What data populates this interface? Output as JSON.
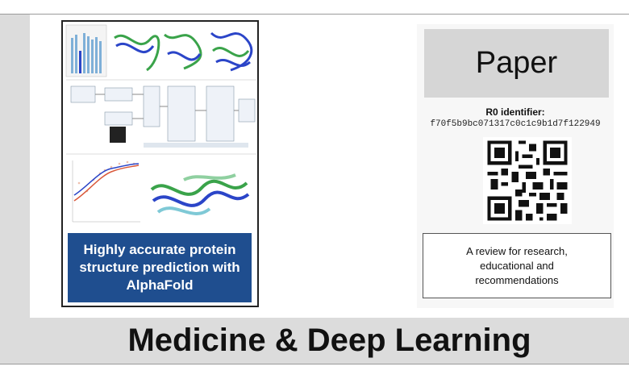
{
  "thumbnail": {
    "banner_title": "Highly accurate protein structure prediction with AlphaFold"
  },
  "sidebar": {
    "tag_label": "Paper",
    "identifier_label": "R0 identifier",
    "identifier_value": "f70f5b9bc071317c0c1c9b1d7f122949",
    "qr_icon": "qr-code-icon",
    "review_text": "A review for research, educational and recommendations"
  },
  "footer": {
    "category_title": "Medicine & Deep Learning"
  },
  "colors": {
    "banner_blue": "#1f4e8f",
    "band_gray": "#dcdcdc",
    "structure_green": "#3aa34a",
    "structure_blue": "#2b45c8"
  }
}
